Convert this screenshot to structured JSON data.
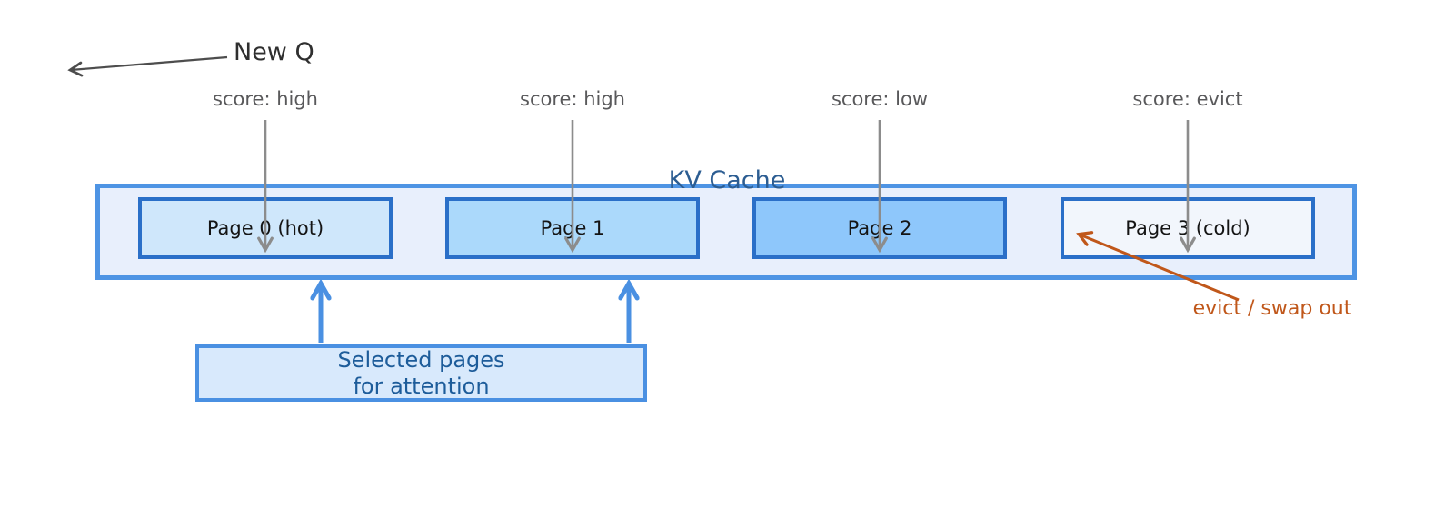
{
  "new_q": {
    "label": "New Q"
  },
  "scores": [
    {
      "label": "score: high"
    },
    {
      "label": "score: high"
    },
    {
      "label": "score: low"
    },
    {
      "label": "score: evict"
    }
  ],
  "cache": {
    "title": "KV Cache",
    "pages": [
      {
        "label": "Page 0 (hot)",
        "fill": "#cfe7fb"
      },
      {
        "label": "Page 1",
        "fill": "#abd9fb"
      },
      {
        "label": "Page 2",
        "fill": "#8ec7fb"
      },
      {
        "label": "Page 3 (cold)",
        "fill": "#f2f6fc"
      }
    ]
  },
  "selected_box": {
    "line1": "Selected pages",
    "line2": "for attention"
  },
  "evict_label": "evict / swap out",
  "colors": {
    "container_border": "#4e94e4",
    "container_fill": "#e8effc",
    "page_border": "#2a6fc8",
    "selected_fill": "#d8e9fc",
    "selected_text": "#1d5c9a",
    "kv_title_text": "#2c5d92",
    "score_text": "#59595b",
    "gray_arrow": "#8c8c8c",
    "newq_arrow": "#4d4d4d",
    "blue_arrow": "#4a90e2",
    "evict_orange": "#c0571a"
  }
}
